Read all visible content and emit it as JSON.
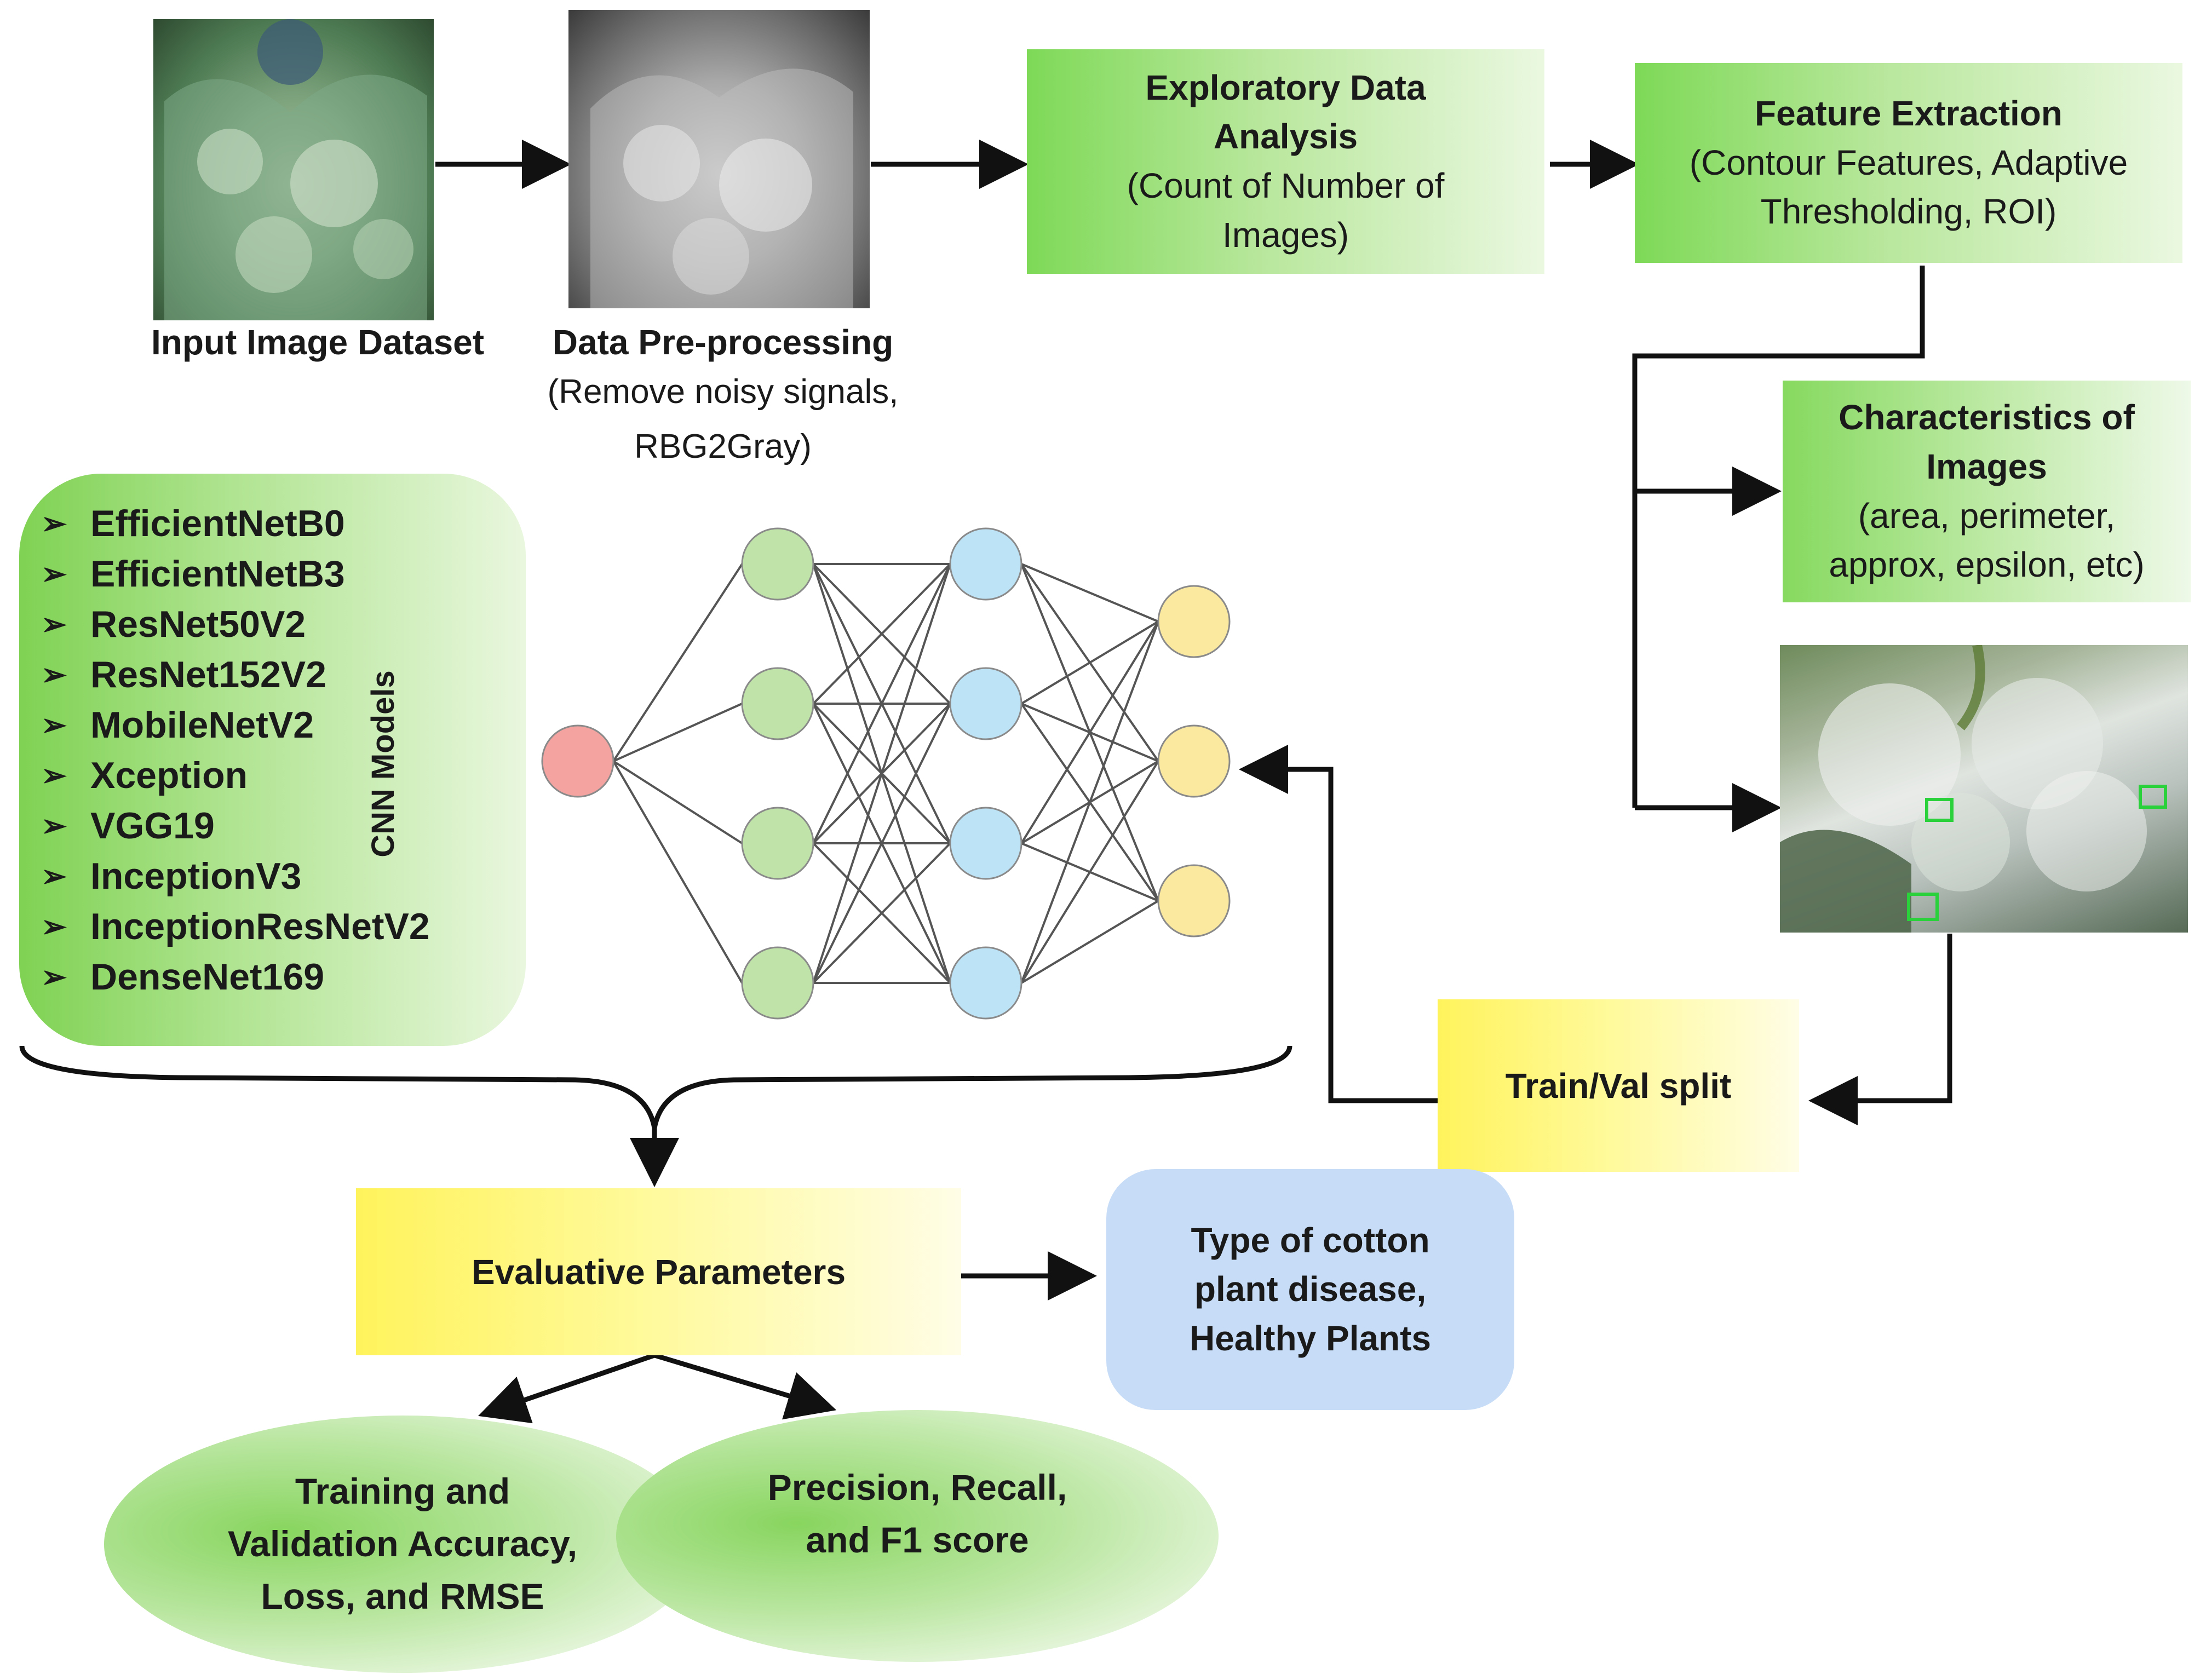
{
  "input": {
    "label": "Input Image Dataset"
  },
  "preprocess": {
    "title": "Data Pre-processing",
    "line1": "(Remove noisy signals,",
    "line2": "RBG2Gray)"
  },
  "eda": {
    "title_line1": "Exploratory Data",
    "title_line2": "Analysis",
    "line1": "(Count of Number of",
    "line2": "Images)"
  },
  "feature": {
    "title": "Feature Extraction",
    "line1": "(Contour Features, Adaptive",
    "line2": "Thresholding, ROI)"
  },
  "characteristics": {
    "title_line1": "Characteristics of",
    "title_line2": "Images",
    "line1": "(area, perimeter,",
    "line2": "approx, epsilon, etc)"
  },
  "cnn": {
    "label": "CNN Models",
    "bullet_glyph": "➢",
    "models": [
      "EfficientNetB0",
      "EfficientNetB3",
      "ResNet50V2",
      "ResNet152V2",
      "MobileNetV2",
      "Xception",
      "VGG19",
      "InceptionV3",
      "InceptionResNetV2",
      "DenseNet169"
    ]
  },
  "split": {
    "label": "Train/Val split"
  },
  "eval": {
    "label": "Evaluative Parameters"
  },
  "output": {
    "line1": "Type of cotton",
    "line2": "plant disease,",
    "line3": "Healthy Plants"
  },
  "metrics_left": {
    "line1": "Training and",
    "line2": "Validation Accuracy,",
    "line3": "Loss, and RMSE"
  },
  "metrics_right": {
    "line1": "Precision, Recall,",
    "line2": "and F1 score"
  },
  "colors": {
    "arrow": "#111111",
    "node_input": "#f4a3a0",
    "node_hidden1": "#bfe3a8",
    "node_hidden2": "#bde3f6",
    "node_output": "#fbe9a0",
    "edge": "#555555"
  }
}
